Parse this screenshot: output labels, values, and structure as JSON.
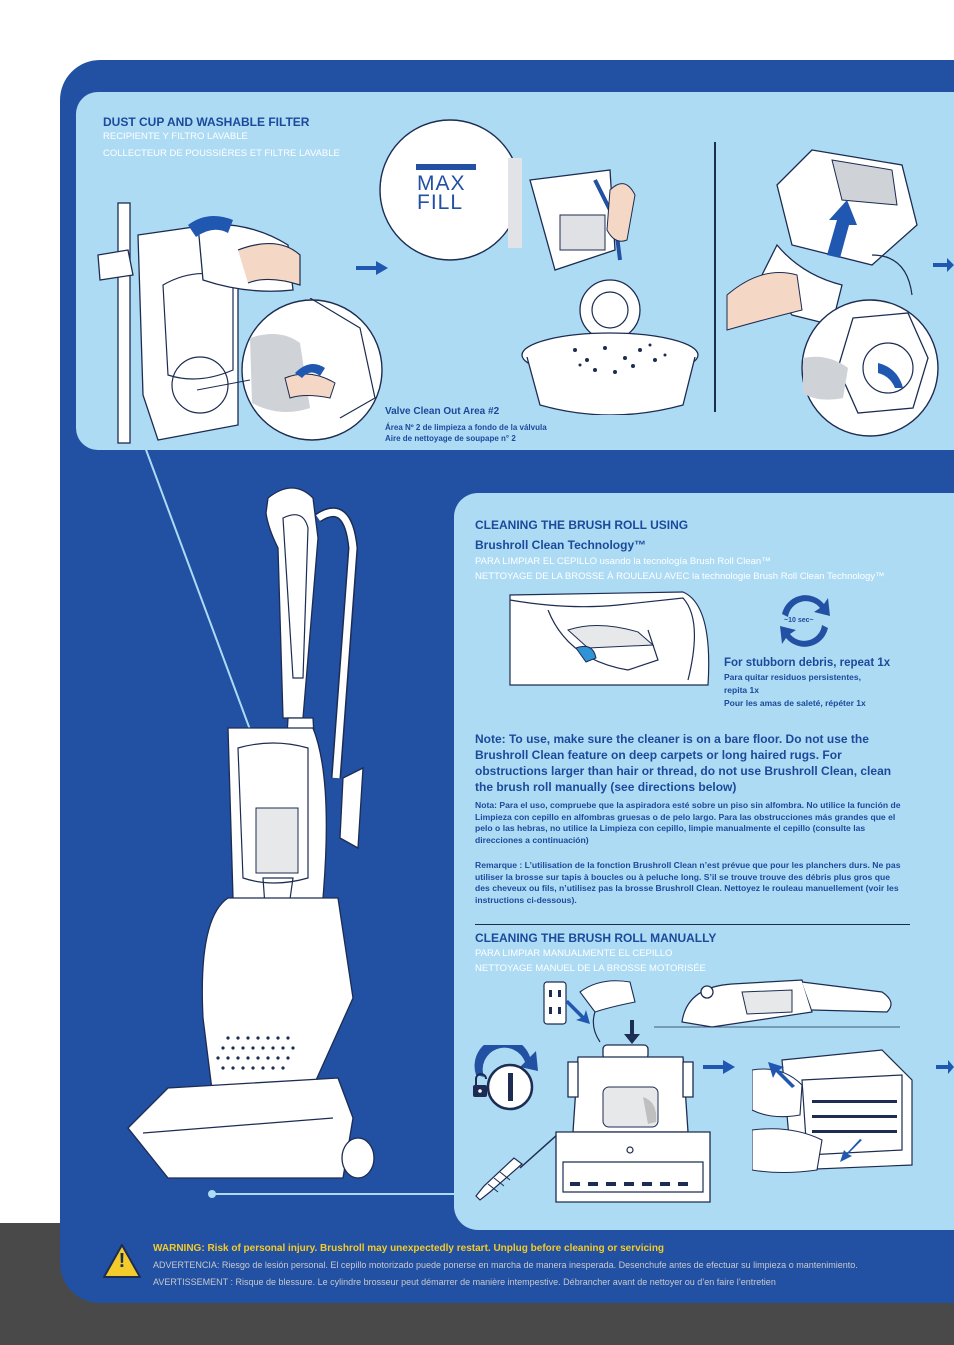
{
  "dust_cup": {
    "title": "DUST CUP AND WASHABLE FILTER",
    "subtitle_es": "RECIPIENTE Y FILTRO LAVABLE",
    "subtitle_fr": "COLLECTEUR DE POUSSIÈRES ET FILTRE LAVABLE",
    "max_fill_line1": "MAX",
    "max_fill_line2": "FILL",
    "valve_en": "Valve Clean Out Area #2",
    "valve_es": "Área Nº 2 de limpieza a fondo de la válvula",
    "valve_fr": "Aire de nettoyage de soupape n° 2"
  },
  "brushroll_clean": {
    "title_line1": "CLEANING THE BRUSH ROLL USING",
    "title_line2": "Brushroll Clean Technology™",
    "subtitle_es": "PARA LIMPIAR EL CEPILLO usando la tecnología Brush Roll Clean™",
    "subtitle_fr": "NETTOYAGE DE LA BROSSE À ROULEAU AVEC la technologie Brush Roll Clean Technology™",
    "timer_label": "~10 sec~",
    "repeat_en": "For stubborn debris, repeat 1x",
    "repeat_es_1": "Para quitar residuos persistentes,",
    "repeat_es_2": "repita 1x",
    "repeat_fr": "Pour les amas de saleté, répéter 1x",
    "note_en": "Note: To use, make sure the cleaner is on a bare floor. Do not use the Brushroll Clean feature on deep carpets or long haired rugs. For obstructions larger than hair or thread, do not use Brushroll Clean, clean the brush roll manually (see directions below)",
    "note_es": "Nota: Para el uso, compruebe que la aspiradora esté sobre un piso sin alfombra. No utilice la función de Limpieza con cepillo en alfombras gruesas o de pelo largo. Para las obstrucciones más grandes que el pelo o las hebras, no utilice la Limpieza con cepillo, limpie manualmente el cepillo (consulte las direcciones a continuación)",
    "note_fr": "Remarque : L’utilisation de la fonction Brushroll Clean n’est prévue que pour les planchers durs. Ne pas utiliser la brosse sur tapis à boucles ou à peluche long. S’il se trouve trouve des débris plus gros que des cheveux ou fils, n’utilisez pas la brosse Brushroll Clean. Nettoyez le rouleau manuellement (voir les instructions ci-dessous)."
  },
  "brushroll_manual": {
    "title": "CLEANING THE BRUSH ROLL MANUALLY",
    "subtitle_es": "PARA LIMPIAR MANUALMENTE EL CEPILLO",
    "subtitle_fr": "NETTOYAGE MANUEL DE LA BROSSE MOTORISÉE"
  },
  "warning": {
    "en": "WARNING:  Risk of personal injury. Brushroll may unexpectedly restart.  Unplug before cleaning or servicing",
    "es": "ADVERTENCIA: Riesgo de lesión personal. El cepillo motorizado puede ponerse en marcha de manera inesperada. Desenchufe antes de efectuar su limpieza o  mantenimiento.",
    "fr": "AVERTISSEMENT : Risque de blessure. Le cylindre brosseur peut démarrer de manière intempestive. Débrancher avant de nettoyer ou d’en faire l’entretien",
    "icon_symbol": "!"
  },
  "colors": {
    "panel_blue": "#2250a3",
    "light_blue": "#aedbf4",
    "heading_blue": "#1b4a9c",
    "warning_yellow": "#f3cc2b",
    "footer_gray": "#4a4949"
  }
}
